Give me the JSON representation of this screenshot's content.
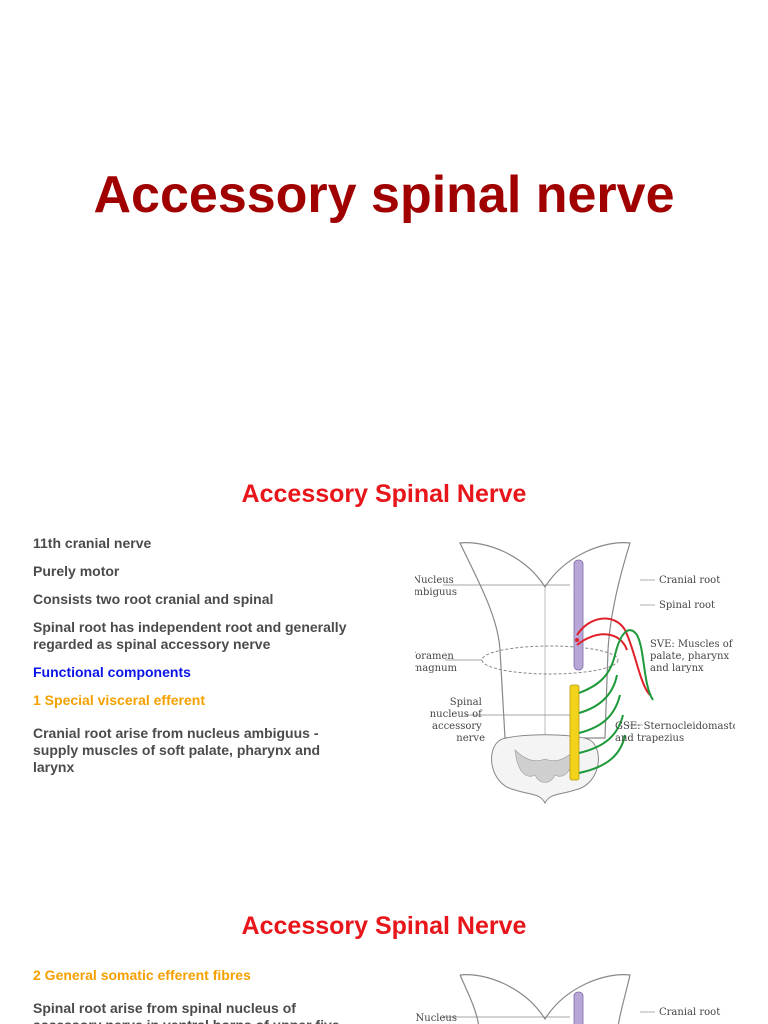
{
  "slide1": {
    "title": "Accessory spinal nerve"
  },
  "slide2": {
    "heading": "Accessory Spinal Nerve",
    "paragraphs": [
      "11th cranial nerve",
      "Purely motor",
      "Consists two root cranial and spinal",
      "Spinal root has independent root and generally regarded as spinal accessory nerve",
      "Functional components",
      "1 Special visceral efferent",
      "Cranial root arise from nucleus ambiguus - supply muscles of soft palate, pharynx and larynx"
    ],
    "figure_labels": {
      "nucleus_ambiguus": [
        "Nucleus",
        "ambiguus"
      ],
      "foramen_magnum": [
        "Foramen",
        "magnum"
      ],
      "spinal_nucleus": [
        "Spinal",
        "nucleus of",
        "accessory",
        "nerve"
      ],
      "cranial_root": "Cranial root",
      "spinal_root": "Spinal root",
      "sve": [
        "SVE: Muscles of",
        "palate, pharynx",
        "and larynx"
      ],
      "gse": [
        "GSE: Sternocleidomastoid",
        "and trapezius"
      ]
    }
  },
  "slide3": {
    "heading": "Accessory Spinal Nerve",
    "paragraphs": [
      "2 General somatic efferent fibres",
      "Spinal root arise from spinal nucleus of accessory nerve in ventral horns of upper five cervical"
    ],
    "figure_labels": {
      "nucleus": "Nucleus",
      "cranial_root": "Cranial root"
    }
  },
  "colors": {
    "title": "#a00000",
    "heading": "#e8161b",
    "body_text": "#4b4b4b",
    "blue_text": "#0b16e6",
    "orange_text": "#f5a000",
    "nucleus_purple": "#b7a6d6",
    "nucleus_yellow": "#f2d21b",
    "cranial_root_red": "#e0202a",
    "spinal_root_green": "#1e9a3a"
  }
}
